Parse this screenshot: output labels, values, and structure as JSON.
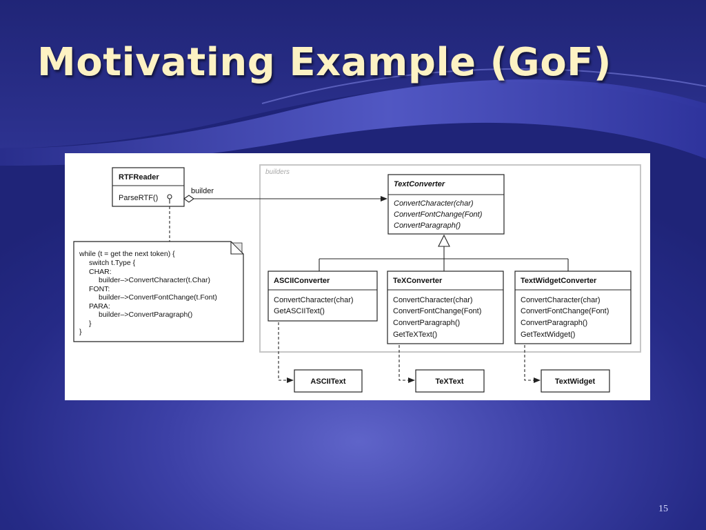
{
  "slide": {
    "title": "Motivating Example (GoF)",
    "page_number": "15"
  },
  "diagram": {
    "package_label": "builders",
    "association_label": "builder",
    "rtf_reader": {
      "name": "RTFReader",
      "methods": [
        "ParseRTF()"
      ]
    },
    "text_converter": {
      "name": "TextConverter",
      "methods": [
        "ConvertCharacter(char)",
        "ConvertFontChange(Font)",
        "ConvertParagraph()"
      ]
    },
    "ascii_converter": {
      "name": "ASCIIConverter",
      "methods": [
        "ConvertCharacter(char)",
        "GetASCIIText()"
      ]
    },
    "tex_converter": {
      "name": "TeXConverter",
      "methods": [
        "ConvertCharacter(char)",
        "ConvertFontChange(Font)",
        "ConvertParagraph()",
        "GetTeXText()"
      ]
    },
    "textwidget_converter": {
      "name": "TextWidgetConverter",
      "methods": [
        "ConvertCharacter(char)",
        "ConvertFontChange(Font)",
        "ConvertParagraph()",
        "GetTextWidget()"
      ]
    },
    "products": [
      "ASCIIText",
      "TeXText",
      "TextWidget"
    ],
    "note_lines": [
      "while (t = get the next token) {",
      "switch t.Type {",
      "CHAR:",
      "builder–>ConvertCharacter(t.Char)",
      "FONT:",
      "builder–>ConvertFontChange(t.Font)",
      "PARA:",
      "builder–>ConvertParagraph()",
      "}",
      "}"
    ]
  }
}
